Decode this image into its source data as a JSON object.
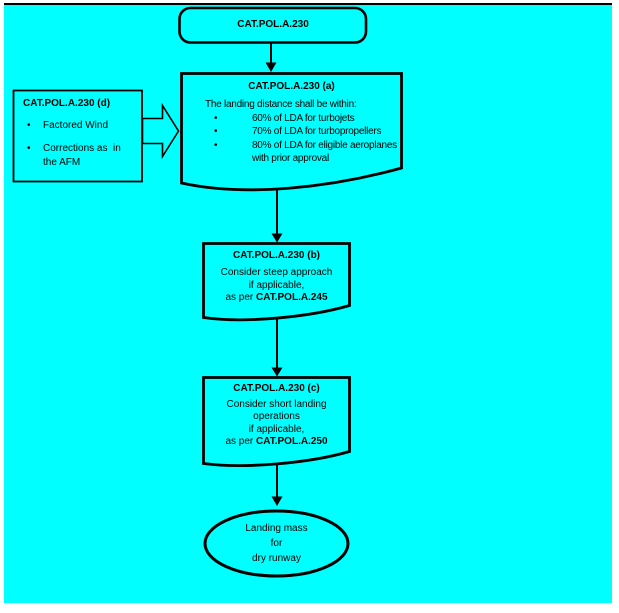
{
  "colors": {
    "background": "#00ffff",
    "line": "#000000",
    "page": "#ffffff"
  },
  "flowchart": {
    "start": {
      "label": "CAT.POL.A.230"
    },
    "node_a": {
      "title": "CAT.POL.A.230 (a)",
      "intro": "The landing distance shall be within:",
      "bullets": [
        {
          "text": "60% of LDA for turbojets"
        },
        {
          "text": "70% of LDA for turbopropellers"
        },
        {
          "text": "80% of LDA for eligible aeroplanes",
          "text_cont": "with prior approval"
        }
      ]
    },
    "node_d": {
      "title": "CAT.POL.A.230 (d)",
      "bullets": [
        {
          "text": "Factored Wind"
        },
        {
          "text": "Corrections as  in",
          "text_cont": "the AFM"
        }
      ]
    },
    "node_b": {
      "title": "CAT.POL.A.230 (b)",
      "line1": "Consider steep approach",
      "line2": "if applicable,",
      "line3_prefix": "as per ",
      "line3_ref": "CAT.POL.A.245"
    },
    "node_c": {
      "title": "CAT.POL.A.230 (c)",
      "line1": "Consider short landing",
      "line2": "operations",
      "line3": "if applicable,",
      "line4_prefix": "as per ",
      "line4_ref": "CAT.POL.A.250"
    },
    "end": {
      "line1": "Landing mass",
      "line2": "for",
      "line3": "dry runway"
    }
  }
}
